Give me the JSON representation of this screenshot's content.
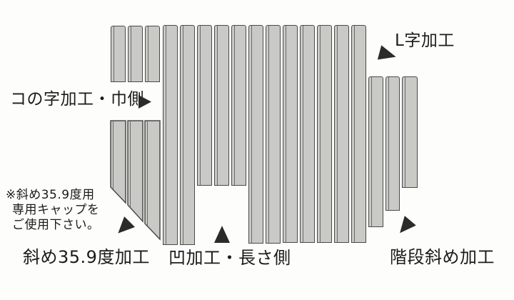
{
  "diagram_title": "bath-lid-shutter-processing-options",
  "labels": {
    "konoji": "コの字加工・巾側",
    "lji": "L字加工",
    "naname": "斜め35.9度加工",
    "ohko": "凹加工・長さ側",
    "kaidan": "階段斜め加工",
    "note_line1": "※斜め35.9度用",
    "note_line2": "専用キャップを",
    "note_line3": "ご使用下さい。"
  },
  "icons": {
    "konoji_pointer": "triangle-arrow-right",
    "lji_pointer": "triangle-arrow-right-down",
    "naname_pointer": "triangle-arrow-down-left",
    "ohko_pointer": "triangle-arrow-up",
    "kaidan_pointer": "triangle-arrow-down-left"
  },
  "colors": {
    "background": "#fdfdfc",
    "slat_fill": "#c9c9c6",
    "slat_outline": "#4a4a48",
    "slat_inner_line": "#6b6b68",
    "text": "#1b1b1b",
    "arrow": "#2b2b2b"
  }
}
